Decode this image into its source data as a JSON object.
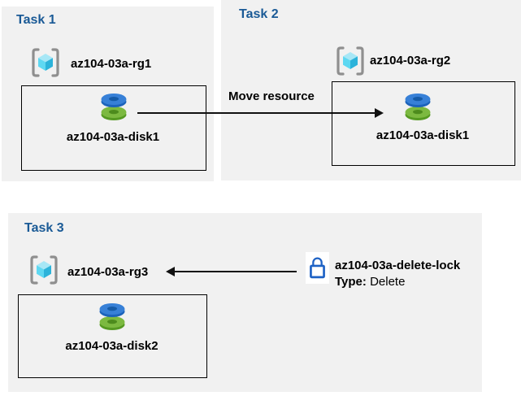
{
  "colors": {
    "panel_bg": "#f1f1f1",
    "title_blue": "#1a5a96",
    "lock_blue": "#1e62c5",
    "arrow": "#111111",
    "disk_blue_top": "#3780d7",
    "disk_blue_side": "#1c63bb",
    "disk_green_top": "#7cb940",
    "disk_green_side": "#569a22",
    "cube_top": "#a7e7f6",
    "cube_left": "#5ed8f2",
    "cube_right": "#2cb3da",
    "bracket_gray": "#8f8f8f"
  },
  "task1": {
    "title": "Task 1",
    "resource_group": "az104-03a-rg1",
    "disk": "az104-03a-disk1"
  },
  "task2": {
    "title": "Task 2",
    "resource_group": "az104-03a-rg2",
    "disk": "az104-03a-disk1"
  },
  "task3": {
    "title": "Task 3",
    "resource_group": "az104-03a-rg3",
    "disk": "az104-03a-disk2"
  },
  "move_arrow": {
    "label": "Move resource"
  },
  "lock": {
    "name": "az104-03a-delete-lock",
    "type_label": "Type:",
    "type_value": " Delete"
  },
  "icons": {
    "resource_group": "resource-group-icon",
    "disk": "disk-icon",
    "lock": "lock-icon"
  }
}
